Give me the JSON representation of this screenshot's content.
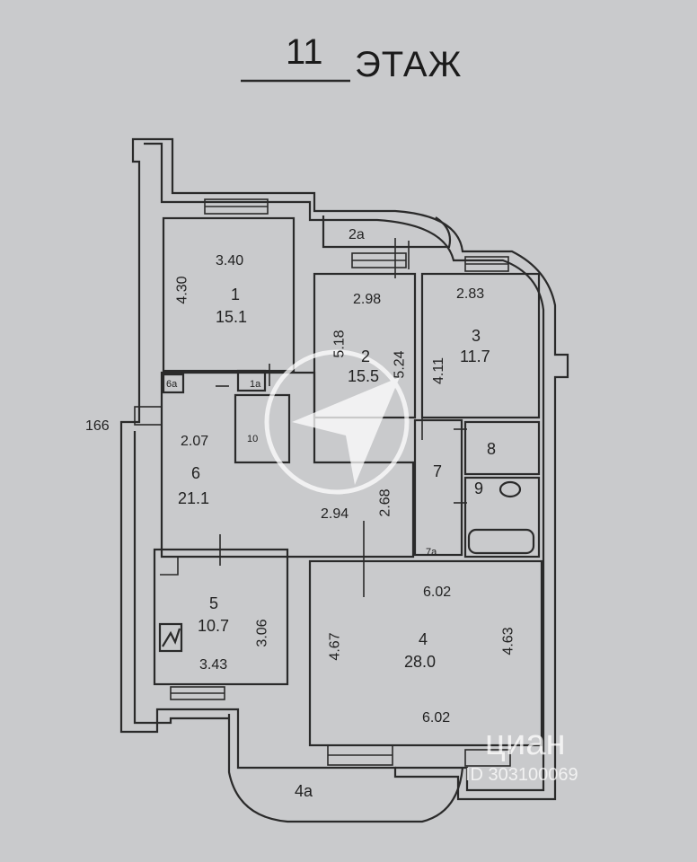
{
  "header": {
    "floor_number": "11",
    "floor_word": "ЭТАЖ"
  },
  "rooms": {
    "r1": {
      "num": "1",
      "area": "15.1",
      "dim_w": "3.40",
      "dim_h": "4.30"
    },
    "r2": {
      "num": "2",
      "area": "15.5",
      "dim_w": "2.98",
      "dim_h": "5.18",
      "dim_h2": "5.24"
    },
    "r3": {
      "num": "3",
      "area": "11.7",
      "dim_w": "2.83",
      "dim_h": "4.11"
    },
    "r4": {
      "num": "4",
      "area": "28.0",
      "dim_top": "6.02",
      "dim_bottom": "6.02",
      "dim_left": "4.67",
      "dim_right": "4.63"
    },
    "r5": {
      "num": "5",
      "area": "10.7",
      "dim_w": "3.43",
      "dim_h": "3.06"
    },
    "r6": {
      "num": "6",
      "area": "21.1",
      "dim_a": "2.07",
      "dim_b": "2.94",
      "dim_c": "2.68"
    },
    "r7": {
      "num": "7"
    },
    "r8": {
      "num": "8"
    },
    "r9": {
      "num": "9"
    },
    "r10": {
      "num": "10"
    },
    "r1a": {
      "num": "1а"
    },
    "r6a": {
      "num": "6а"
    },
    "r7a": {
      "num": "7а"
    },
    "r2a": {
      "num": "2а"
    },
    "r4a": {
      "num": "4а"
    }
  },
  "marker_166": "166",
  "watermark": {
    "brand": "циан",
    "id_text": "ID 303100069"
  },
  "colors": {
    "background": "#c9cacc",
    "wall": "#2a2a2a",
    "watermark": "#ffffff"
  }
}
